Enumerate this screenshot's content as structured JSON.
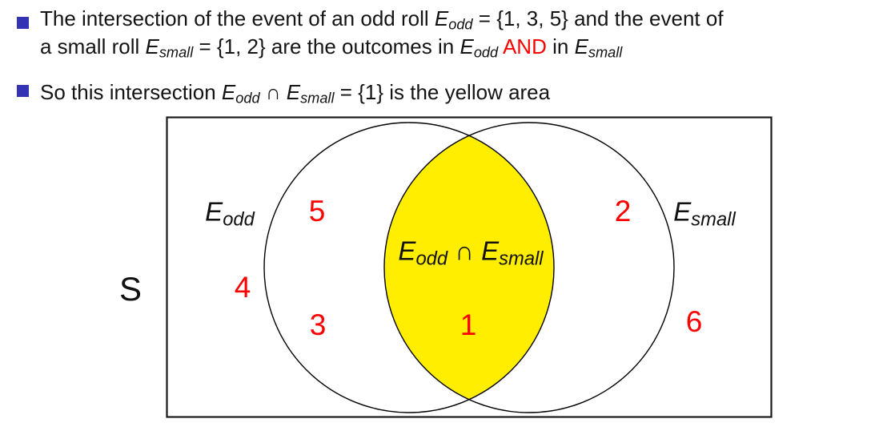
{
  "slide": {
    "colors": {
      "bullet_blue": "#3333b3",
      "highlight_yellow": "#ffee00",
      "emphasis_red": "#ff0000",
      "outline_black": "#000000"
    }
  },
  "bullets": [
    {
      "lines": [
        {
          "segments": [
            {
              "t": "The intersection of the event of an odd roll "
            },
            {
              "t": "E"
            },
            {
              "t": "odd"
            },
            {
              "t": " = "
            },
            {
              "t": "{1, 3, 5}"
            },
            {
              "t": " and the event of"
            }
          ]
        },
        {
          "segments": [
            {
              "t": "a small roll "
            },
            {
              "t": "E"
            },
            {
              "t": "small"
            },
            {
              "t": " = "
            },
            {
              "t": "{1, 2}"
            },
            {
              "t": " are the outcomes in "
            },
            {
              "t": "E"
            },
            {
              "t": "odd"
            },
            {
              "t": " "
            },
            {
              "t": "AND"
            },
            {
              "t": " in "
            },
            {
              "t": "E"
            },
            {
              "t": "small"
            }
          ]
        }
      ]
    },
    {
      "lines": [
        {
          "segments": [
            {
              "t": "So this intersection "
            },
            {
              "t": "E"
            },
            {
              "t": "odd"
            },
            {
              "t": " ∩ "
            },
            {
              "t": "E"
            },
            {
              "t": "small"
            },
            {
              "t": " = "
            },
            {
              "t": "{1}"
            },
            {
              "t": " is the yellow area"
            }
          ]
        }
      ]
    }
  ],
  "diagram": {
    "universe_label": "S",
    "left_set": {
      "e": "E",
      "sub": "odd"
    },
    "right_set": {
      "e": "E",
      "sub": "small"
    },
    "intersection_label": {
      "e1": "E",
      "sub1": "odd",
      "op": " ∩ ",
      "e2": "E",
      "sub2": "small"
    },
    "outcomes": [
      "1",
      "2",
      "3",
      "4",
      "5",
      "6"
    ]
  }
}
